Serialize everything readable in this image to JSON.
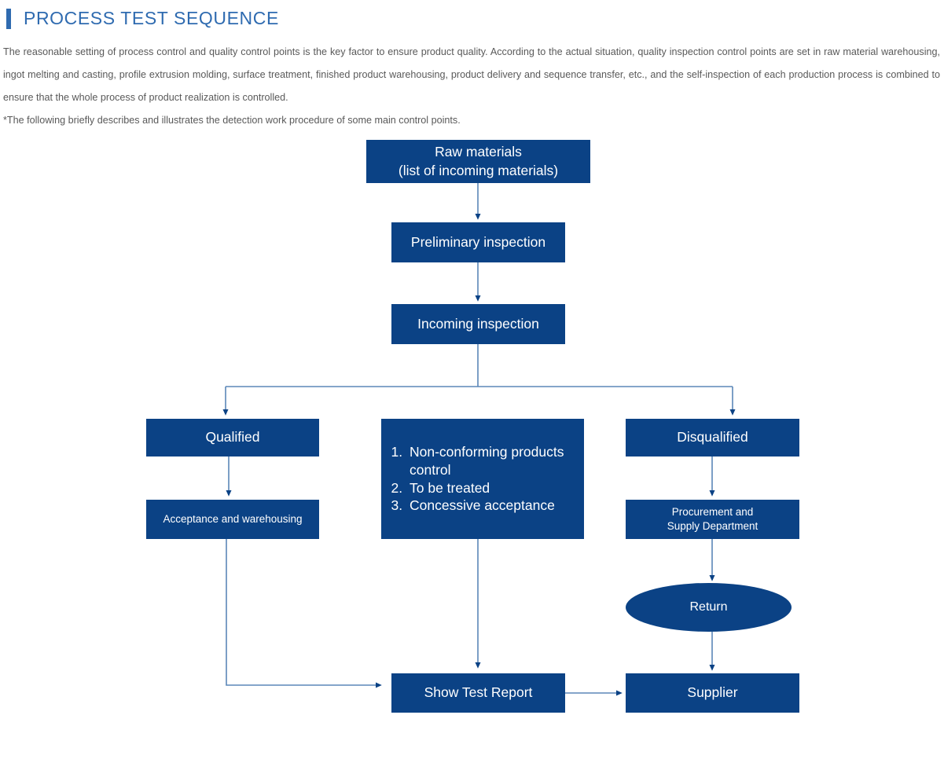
{
  "header": {
    "title": "PROCESS TEST SEQUENCE",
    "accent_color": "#2f6bb0",
    "paragraph": "The reasonable setting of process control and quality control points is the key factor to ensure product quality. According to the actual situation, quality inspection control points are set in raw material warehousing, ingot melting and casting, profile extrusion molding, surface treatment, finished product warehousing, product delivery and sequence transfer, etc., and the self-inspection of each production process is combined to ensure that the whole process of product realization is controlled.",
    "note": "*The following briefly describes and illustrates the detection work procedure of some main control points."
  },
  "flowchart": {
    "node_color": "#0b4285",
    "connector_color": "#5b87b8",
    "arrowhead_color": "#0b4285",
    "nodes": {
      "raw_materials_line1": "Raw materials",
      "raw_materials_line2": "(list of incoming materials)",
      "preliminary_inspection": "Preliminary inspection",
      "incoming_inspection": "Incoming inspection",
      "qualified": "Qualified",
      "acceptance_and_warehousing": "Acceptance and warehousing",
      "nonconforming_items": [
        "Non-conforming products control",
        "To be treated",
        "Concessive acceptance"
      ],
      "disqualified": "Disqualified",
      "procurement_line1": "Procurement and",
      "procurement_line2": "Supply Department",
      "return": "Return",
      "show_test_report": "Show Test Report",
      "supplier": "Supplier"
    }
  }
}
